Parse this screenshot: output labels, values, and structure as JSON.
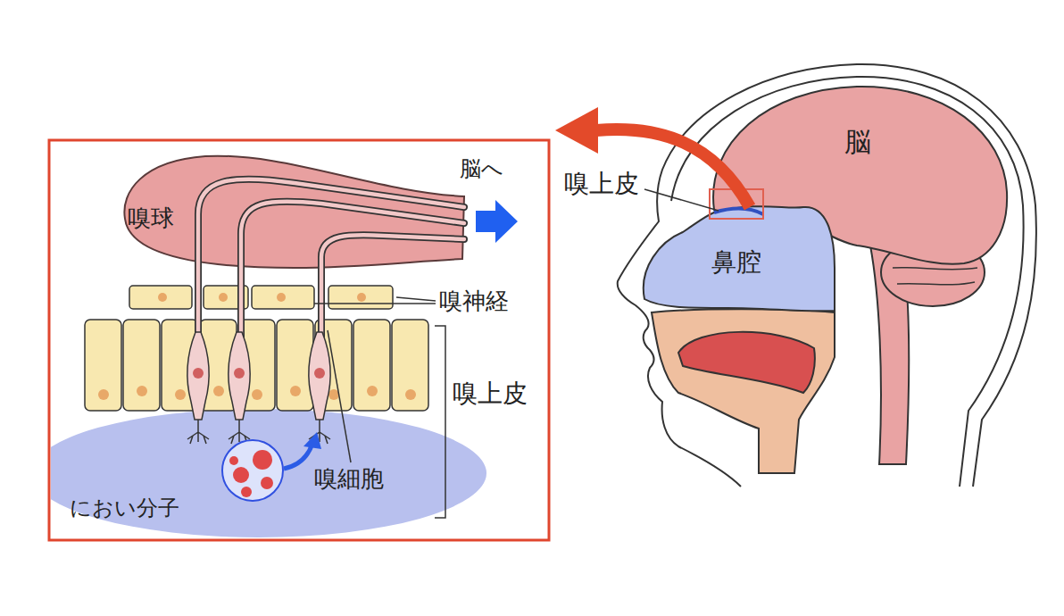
{
  "diagram": {
    "nodes": [
      {
        "text": [
          "嗅球"
        ]
      },
      {
        "text": [
          "におい分子"
        ]
      },
      {
        "text": [
          "脳"
        ]
      },
      {
        "text": [
          "鼻腔"
        ]
      }
    ],
    "labels": [
      "脳へ",
      "嗅神経",
      "嗅上皮",
      "嗅細胞",
      "嗅上皮"
    ]
  }
}
